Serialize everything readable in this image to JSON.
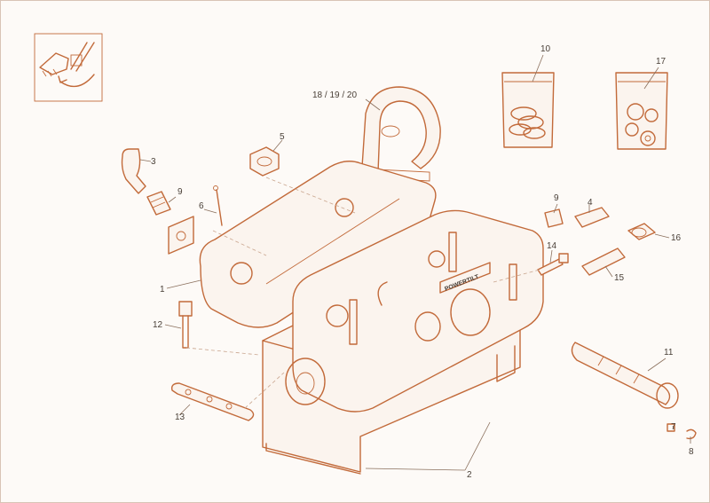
{
  "brand": {
    "plate_text": "POWERTILT"
  },
  "colors": {
    "line": "#c26a3a",
    "label": "#4a4038",
    "background": "#fdfaf7"
  },
  "icons": {
    "inset": "bucket-rotation-icon"
  },
  "callouts": [
    {
      "id": "c1",
      "text": "1"
    },
    {
      "id": "c2",
      "text": "2"
    },
    {
      "id": "c3",
      "text": "3"
    },
    {
      "id": "c4",
      "text": "4"
    },
    {
      "id": "c5",
      "text": "5"
    },
    {
      "id": "c6",
      "text": "6"
    },
    {
      "id": "c7",
      "text": "7"
    },
    {
      "id": "c8",
      "text": "8"
    },
    {
      "id": "c9a",
      "text": "9"
    },
    {
      "id": "c9b",
      "text": "9"
    },
    {
      "id": "c10",
      "text": "10"
    },
    {
      "id": "c11",
      "text": "11"
    },
    {
      "id": "c12",
      "text": "12"
    },
    {
      "id": "c13",
      "text": "13"
    },
    {
      "id": "c14",
      "text": "14"
    },
    {
      "id": "c15",
      "text": "15"
    },
    {
      "id": "c16",
      "text": "16"
    },
    {
      "id": "c17",
      "text": "17"
    },
    {
      "id": "c18",
      "text": "18 / 19  / 20"
    }
  ]
}
